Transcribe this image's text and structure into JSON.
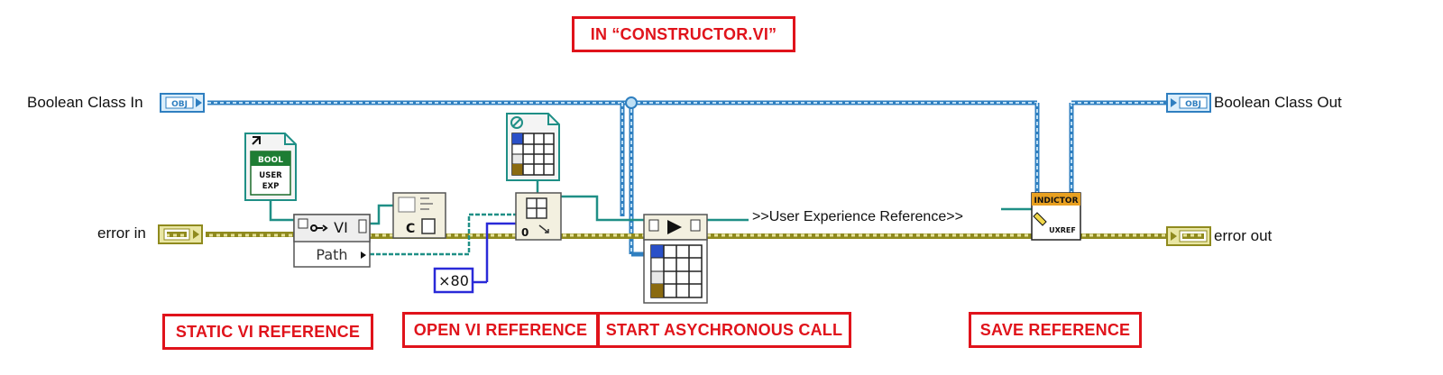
{
  "title_callout": "IN “CONSTRUCTOR.VI”",
  "callouts": {
    "static_vi_reference": "STATIC VI REFERENCE",
    "open_vi_reference": "OPEN VI REFERENCE",
    "start_async_call": "START ASYCHRONOUS CALL",
    "save_reference": "SAVE REFERENCE"
  },
  "terminals": {
    "boolean_class_in": "Boolean Class In",
    "boolean_class_out": "Boolean Class Out",
    "error_in": "error in",
    "error_out": "error out",
    "obj_tag": "OBJ"
  },
  "nodes": {
    "static_ref_file_top": "BOOL",
    "static_ref_file_mid": "USER",
    "static_ref_file_bot": "EXP",
    "static_vi_label": "VI",
    "path_label": "Path",
    "open_ref_constant": "×80",
    "save_ref_header": "INDICTOR",
    "save_ref_footer": "UXREF",
    "open_ref_zero": "0",
    "build_path_c": "C"
  },
  "wires": {
    "user_experience_reference": ">>User Experience Reference>>"
  },
  "colors": {
    "callout_red": "#e0131b",
    "class_wire": "#5aa9dd",
    "error_wire": "#a0a02a",
    "path_wire": "#1f8f86",
    "int_wire": "#2a2ad8",
    "ref_wire": "#1b8e8e"
  }
}
